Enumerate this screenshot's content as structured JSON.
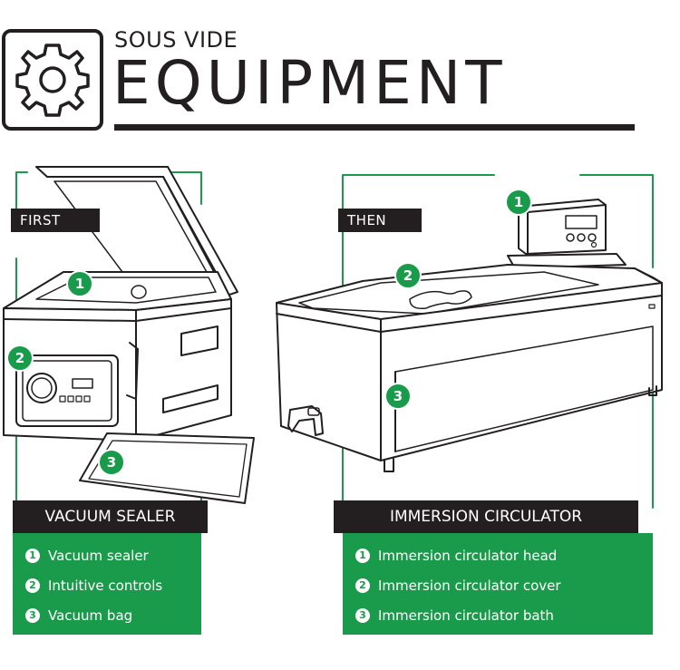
{
  "header": {
    "subtitle": "SOUS VIDE",
    "title": "EQUIPMENT",
    "logo_icon": "gear-icon"
  },
  "colors": {
    "green": "#1a9b4b",
    "dark": "#231f20",
    "white": "#ffffff"
  },
  "left": {
    "stage_label": "FIRST",
    "heading": "VACUUM SEALER",
    "items": [
      {
        "num": "1",
        "label": "Vacuum sealer"
      },
      {
        "num": "2",
        "label": "Intuitive controls"
      },
      {
        "num": "3",
        "label": "Vacuum bag"
      }
    ],
    "callouts": [
      "1",
      "2",
      "3"
    ]
  },
  "right": {
    "stage_label": "THEN",
    "heading": "IMMERSION CIRCULATOR",
    "items": [
      {
        "num": "1",
        "label": "Immersion circulator head"
      },
      {
        "num": "2",
        "label": "Immersion circulator cover"
      },
      {
        "num": "3",
        "label": "Immersion circulator bath"
      }
    ],
    "callouts": [
      "1",
      "2",
      "3"
    ]
  }
}
